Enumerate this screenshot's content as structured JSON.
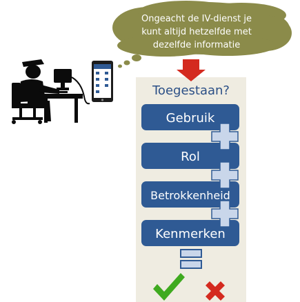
{
  "thought": {
    "lines": [
      "Ongeacht de IV-dienst je",
      "kunt altijd hetzelfde met",
      "dezelfde  informatie"
    ],
    "fill_color": "#8b8b4a"
  },
  "panel": {
    "title": "Toegestaan?",
    "background_color": "#efece1",
    "title_color": "#2b4f86"
  },
  "steps": [
    {
      "label": "Gebruik"
    },
    {
      "label": "Rol"
    },
    {
      "label": "Betrokkenheid"
    },
    {
      "label": "Kenmerken"
    }
  ],
  "colors": {
    "box": "#2f5a94",
    "plus": "#c9d6ea",
    "arrow": "#d42a1f",
    "check": "#3faa1f",
    "cross": "#d42a1f"
  },
  "icons": {
    "person": "person-at-computer-icon",
    "device": "tablet-icon",
    "check": "checkmark-icon",
    "cross": "cross-icon"
  }
}
